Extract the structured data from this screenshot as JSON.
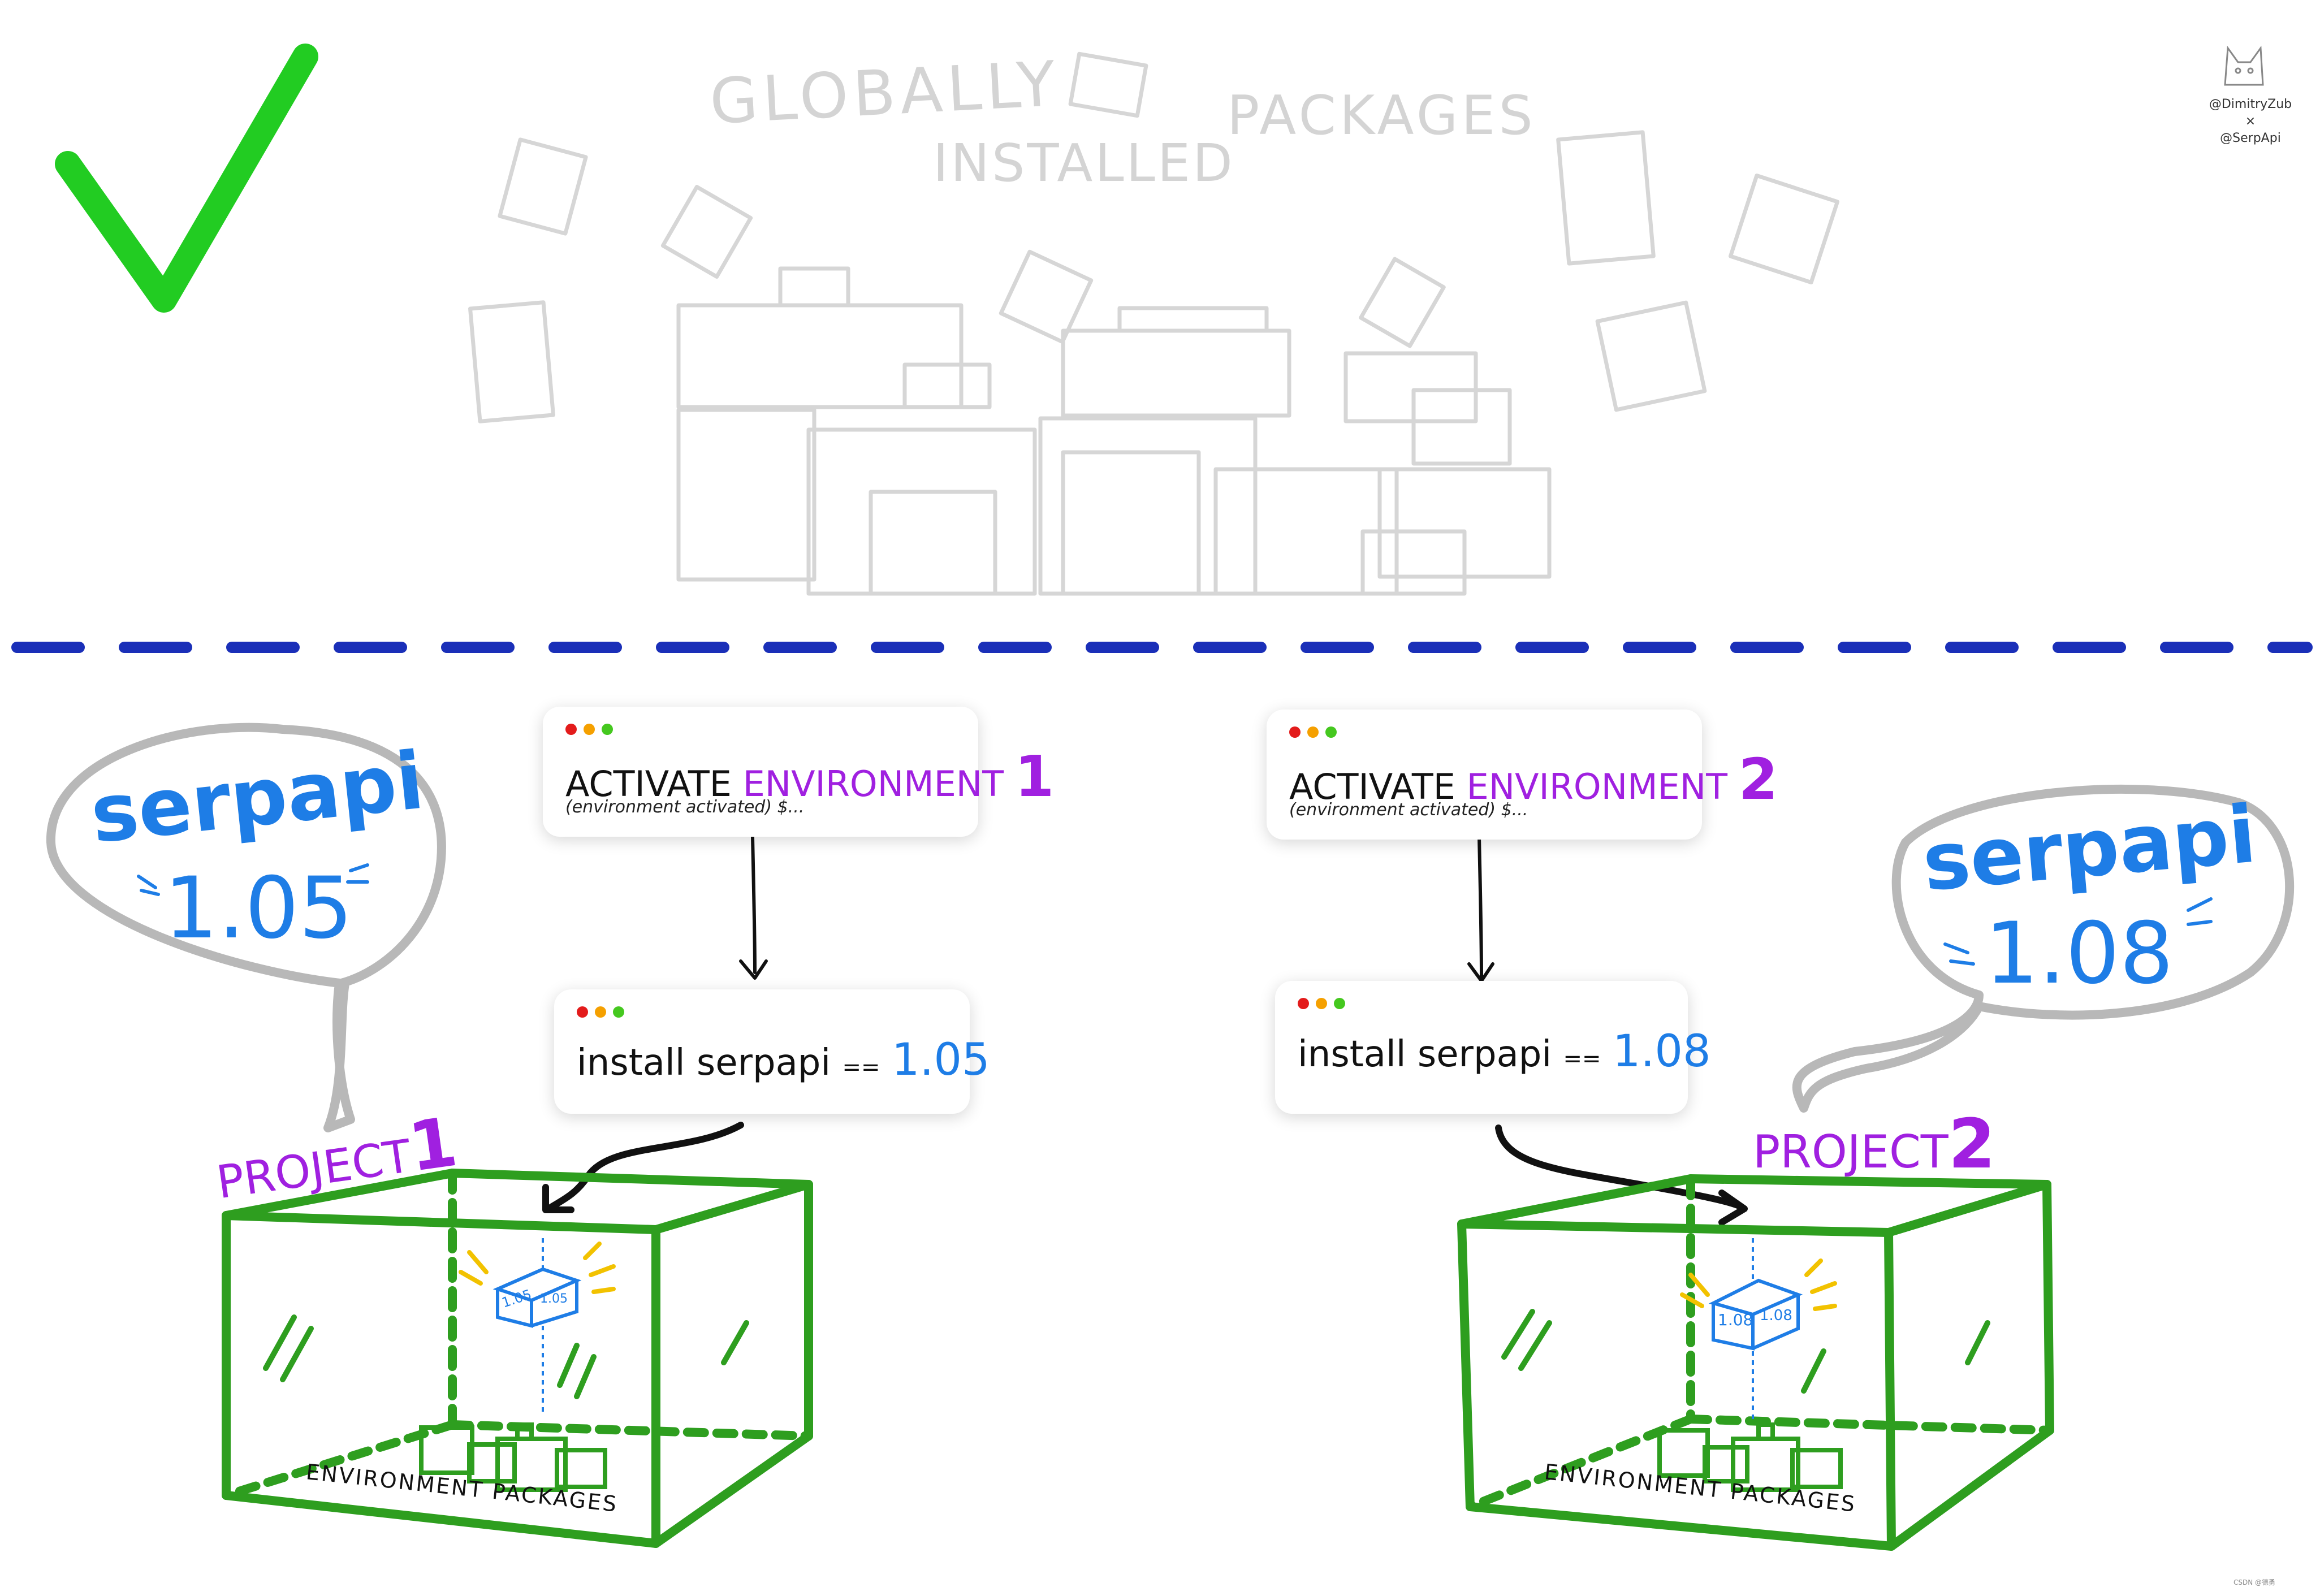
{
  "top": {
    "title_line1": "GLOBALLY",
    "title_line2": "INSTALLED",
    "title_line3": "PACKAGES",
    "checkmark_color": "#22cc22"
  },
  "divider": {
    "color": "#1a2fb8",
    "style": "dashed"
  },
  "credit": {
    "line1": "@DimitryZub",
    "line2": "×",
    "line3": "@SerpApi"
  },
  "left": {
    "bubble_name": "serpapi",
    "bubble_version": "1.05",
    "activate_word1": "ACTIVATE",
    "activate_word2": "ENVIRONMENT",
    "activate_num": "1",
    "activate_sub": "(environment activated) $...",
    "install_text": "install serpapi",
    "install_eq": "==",
    "install_version": "1.05",
    "project_word": "PROJECT",
    "project_num": "1",
    "box_label": "ENVIRONMENT PACKAGES",
    "cube_face1": "1.05",
    "cube_face2": "1.05"
  },
  "right": {
    "bubble_name": "serpapi",
    "bubble_version": "1.08",
    "activate_word1": "ACTIVATE",
    "activate_word2": "ENVIRONMENT",
    "activate_num": "2",
    "activate_sub": "(environment activated) $...",
    "install_text": "install serpapi",
    "install_eq": "==",
    "install_version": "1.08",
    "project_word": "PROJECT",
    "project_num": "2",
    "box_label": "ENVIRONMENT PACKAGES",
    "cube_face1": "1.08",
    "cube_face2": "1.08"
  },
  "colors": {
    "green": "#2e9e1f",
    "purple": "#a020e0",
    "blue": "#1e7de6",
    "gray": "#d6d6d6",
    "bubble": "#b8b8b8",
    "yellow": "#f2c200"
  },
  "watermark": "CSDN @德勇"
}
